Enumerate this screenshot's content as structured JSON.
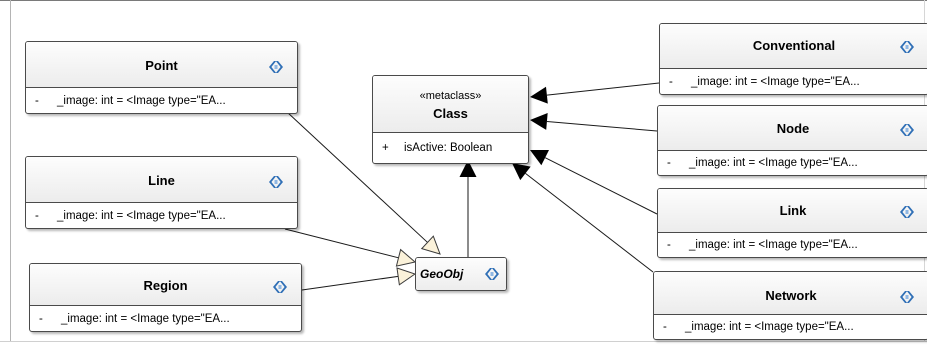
{
  "diagram": {
    "classes": [
      {
        "id": "point",
        "name": "Point",
        "attributes": [
          {
            "visibility": "-",
            "text": "_image: int = <Image type=\"EA..."
          }
        ]
      },
      {
        "id": "line",
        "name": "Line",
        "attributes": [
          {
            "visibility": "-",
            "text": "_image: int = <Image type=\"EA..."
          }
        ]
      },
      {
        "id": "region",
        "name": "Region",
        "attributes": [
          {
            "visibility": "-",
            "text": "_image: int = <Image type=\"EA..."
          }
        ]
      },
      {
        "id": "class",
        "stereotype": "«metaclass»",
        "name": "Class",
        "attributes": [
          {
            "visibility": "+",
            "text": "isActive: Boolean"
          }
        ]
      },
      {
        "id": "geoobj",
        "name": "GeoObj",
        "abstract": true,
        "attributes": []
      },
      {
        "id": "conventional",
        "name": "Conventional",
        "attributes": [
          {
            "visibility": "-",
            "text": "_image: int = <Image type=\"EA..."
          }
        ]
      },
      {
        "id": "node",
        "name": "Node",
        "attributes": [
          {
            "visibility": "-",
            "text": "_image: int = <Image type=\"EA..."
          }
        ]
      },
      {
        "id": "link",
        "name": "Link",
        "attributes": [
          {
            "visibility": "-",
            "text": "_image: int = <Image type=\"EA..."
          }
        ]
      },
      {
        "id": "network",
        "name": "Network",
        "attributes": [
          {
            "visibility": "-",
            "text": "_image: int = <Image type=\"EA..."
          }
        ]
      }
    ],
    "relationships": [
      {
        "type": "generalization",
        "from": "point",
        "to": "geoobj"
      },
      {
        "type": "generalization",
        "from": "line",
        "to": "geoobj"
      },
      {
        "type": "generalization",
        "from": "region",
        "to": "geoobj"
      },
      {
        "type": "association",
        "from": "geoobj",
        "to": "class"
      },
      {
        "type": "association",
        "from": "conventional",
        "to": "class"
      },
      {
        "type": "association",
        "from": "node",
        "to": "class"
      },
      {
        "type": "association",
        "from": "link",
        "to": "class"
      },
      {
        "type": "association",
        "from": "network",
        "to": "class"
      }
    ],
    "icon": "class-element-icon",
    "colors": {
      "border": "#4a4a4a",
      "header_top": "#fdfdfd",
      "header_bottom": "#ececec",
      "icon": "#2f6fb6",
      "open_arrow_fill": "#fbf2da"
    }
  }
}
